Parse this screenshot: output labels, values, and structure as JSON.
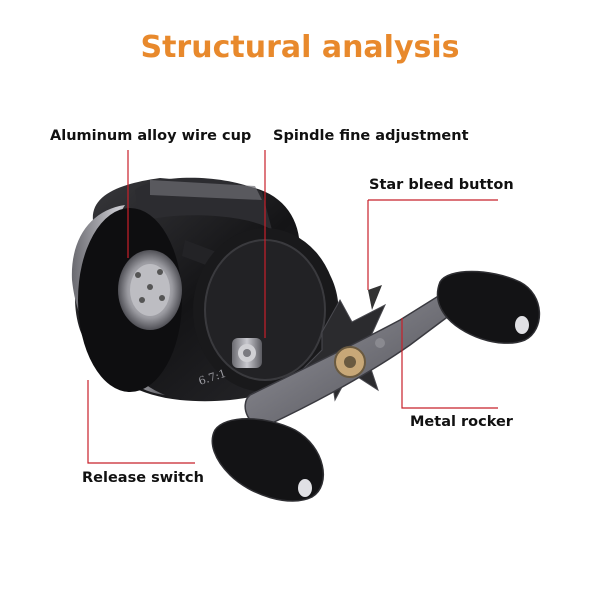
{
  "title": "Structural analysis",
  "labels": {
    "wire_cup": "Aluminum alloy wire cup",
    "spindle": "Spindle fine adjustment",
    "star_button": "Star bleed button",
    "metal_rocker": "Metal rocker",
    "release_switch": "Release switch"
  },
  "body_marking": "6.7:1",
  "colors": {
    "title": "#e8892c",
    "leader_line": "#c8202a",
    "reel_body": "#1a1a1c",
    "metal": "#8c8c90",
    "knob": "#111111"
  }
}
